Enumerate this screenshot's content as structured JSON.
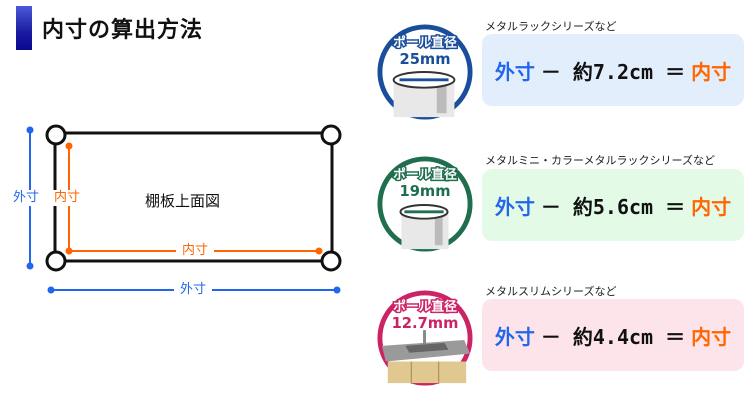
{
  "title": "内寸の算出方法",
  "diagram": {
    "center_label": "棚板上面図",
    "outer_label": "外寸",
    "inner_label": "内寸",
    "colors": {
      "outer": "#2266ee",
      "inner": "#ff6600",
      "frame": "#111111"
    }
  },
  "cards": [
    {
      "caption": "メタルラックシリーズなど",
      "badge_label": "ポール直径",
      "badge_size": "25mm",
      "badge_color": "#1a4e9a",
      "bg": "#e3eefc",
      "outer": "外寸",
      "formula": "－ 約7.2cm ＝",
      "inner": "内寸"
    },
    {
      "caption": "メタルミニ・カラーメタルラックシリーズなど",
      "badge_label": "ポール直径",
      "badge_size": "19mm",
      "badge_color": "#1f6e4e",
      "bg": "#e3fbe6",
      "outer": "外寸",
      "formula": "－ 約5.6cm ＝",
      "inner": "内寸"
    },
    {
      "caption": "メタルスリムシリーズなど",
      "badge_label": "ポール直径",
      "badge_size": "12.7mm",
      "badge_color": "#cc2266",
      "bg": "#fde4ea",
      "outer": "外寸",
      "formula": "－ 約4.4cm ＝",
      "inner": "内寸"
    }
  ]
}
